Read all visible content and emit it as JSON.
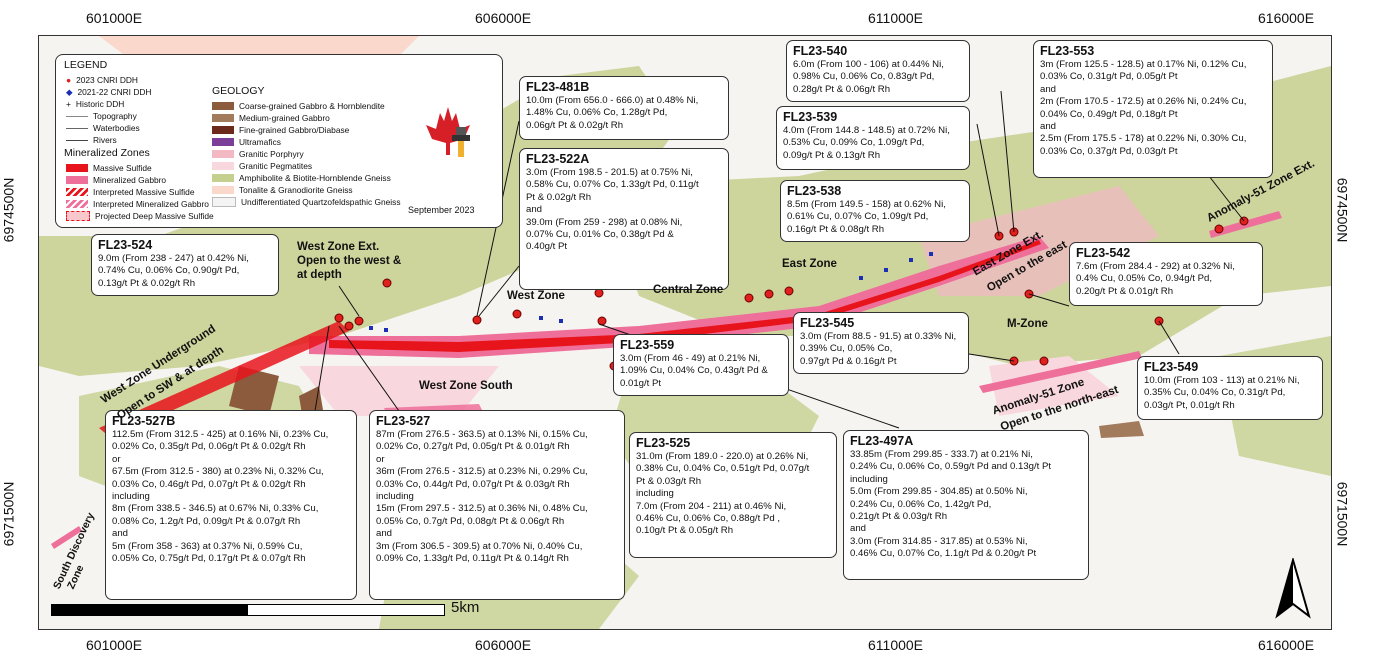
{
  "coords": {
    "top": [
      "601000E",
      "606000E",
      "611000E",
      "616000E"
    ],
    "bottom": [
      "601000E",
      "606000E",
      "611000E",
      "616000E"
    ],
    "left": [
      "6974500N",
      "6971500N"
    ],
    "right": [
      "6974500N",
      "6971500N"
    ]
  },
  "legend": {
    "title": "LEGEND",
    "points": [
      "2023 CNRI DDH",
      "2021-22 CNRI DDH",
      "Historic DDH",
      "Topography",
      "Waterbodies",
      "Rivers"
    ],
    "mineral_title": "Mineralized Zones",
    "zones": [
      "Massive Sulfide",
      "Mineralized Gabbro",
      "Interpreted Massive Sulfide",
      "Interpreted Mineralized Gabbro",
      "Projected Deep Massive Sulfide"
    ],
    "geology_title": "GEOLOGY",
    "geology": [
      {
        "label": "Coarse-grained Gabbro & Hornblendite",
        "color": "#8c5a3c"
      },
      {
        "label": "Medium-grained Gabbro",
        "color": "#a27a5c"
      },
      {
        "label": "Fine-grained Gabbro/Diabase",
        "color": "#6b2a1c"
      },
      {
        "label": "Ultramafics",
        "color": "#7b3f9a"
      },
      {
        "label": "Granitic Porphyry",
        "color": "#f2b8c4"
      },
      {
        "label": "Granitic Pegmatites",
        "color": "#f8d8de"
      },
      {
        "label": "Amphibolite & Biotite-Hornblende Gneiss",
        "color": "#c5cf8e"
      },
      {
        "label": "Tonalite & Granodiorite Gneiss",
        "color": "#fbd8cc"
      },
      {
        "label": "Undifferentiated Quartzofeldspathic Gneiss",
        "color": "#f4f4f4"
      }
    ],
    "date": "September 2023",
    "colors": {
      "drill_2023": "#e0201c",
      "drill_2122": "#1b2fb4",
      "massive": "#e8141c",
      "gabbro": "#ee6f9a"
    }
  },
  "zone_labels": {
    "west_zone_ext": "West Zone Ext.",
    "west_zone_ext2": "Open to the west &",
    "west_zone_ext3": "at depth",
    "west_underground": "West Zone Underground",
    "west_underground2": "Open to SW & at depth",
    "west_zone": "West Zone",
    "central_zone": "Central Zone",
    "east_zone": "East Zone",
    "east_zone_ext": "East Zone Ext.",
    "east_zone_ext2": "Open to the east",
    "m_zone": "M-Zone",
    "west_zone_south": "West Zone South",
    "anomaly51": "Anomaly-51 Zone",
    "anomaly51b": "Open to the north-east",
    "anomaly51_ext": "Anomaly-51 Zone Ext.",
    "south_discovery": "South Discovery",
    "south_discovery2": "Zone"
  },
  "scale_label": "5km",
  "holes": {
    "fl540": {
      "title": "FL23-540",
      "lines": [
        "6.0m (From 100 - 106) at 0.44% Ni,",
        "0.98% Cu, 0.06% Co, 0.83g/t Pd,",
        "0.28g/t Pt & 0.06g/t Rh"
      ]
    },
    "fl553": {
      "title": "FL23-553",
      "lines": [
        "3m (From 125.5 - 128.5) at 0.17% Ni, 0.12% Cu,",
        "0.03% Co, 0.31g/t Pd, 0.05g/t Pt",
        "and",
        "2m (From 170.5 - 172.5) at 0.26% Ni, 0.24% Cu,",
        "0.04% Co, 0.49g/t Pd, 0.18g/t Pt",
        "and",
        "2.5m (From 175.5 - 178) at 0.22% Ni, 0.30% Cu,",
        "0.03% Co, 0.37g/t Pd, 0.03g/t Pt"
      ]
    },
    "fl481b": {
      "title": "FL23-481B",
      "lines": [
        "10.0m (From 656.0 - 666.0) at 0.48% Ni,",
        "1.48% Cu, 0.06% Co, 1.28g/t Pd,",
        "0.06g/t Pt & 0.02g/t Rh"
      ]
    },
    "fl539": {
      "title": "FL23-539",
      "lines": [
        "4.0m (From 144.8 - 148.5) at 0.72% Ni,",
        "0.53% Cu, 0.09% Co, 1.09g/t Pd,",
        "0.09g/t Pt & 0.13g/t Rh"
      ]
    },
    "fl522a": {
      "title": "FL23-522A",
      "lines": [
        "3.0m (From 198.5 - 201.5) at 0.75% Ni,",
        "0.58% Cu, 0.07% Co, 1.33g/t Pd, 0.11g/t",
        "Pt & 0.02g/t Rh",
        "and",
        "39.0m (From 259 - 298) at 0.08% Ni,",
        "0.07% Cu, 0.01% Co, 0.38g/t Pd &",
        "0.40g/t Pt"
      ]
    },
    "fl538": {
      "title": "FL23-538",
      "lines": [
        "8.5m (From 149.5 - 158) at 0.62% Ni,",
        "0.61% Cu, 0.07% Co, 1.09g/t Pd,",
        "0.16g/t Pt & 0.08g/t Rh"
      ]
    },
    "fl524": {
      "title": "FL23-524",
      "lines": [
        "9.0m (From 238 - 247) at 0.42% Ni,",
        "0.74% Cu, 0.06% Co, 0.90g/t Pd,",
        "0.13g/t Pt & 0.02g/t Rh"
      ]
    },
    "fl542": {
      "title": "FL23-542",
      "lines": [
        "7.6m (From 284.4 - 292) at 0.32% Ni,",
        "0.4% Cu, 0.05% Co, 0.94g/t Pd,",
        "0.20g/t Pt & 0.01g/t Rh"
      ]
    },
    "fl545": {
      "title": "FL23-545",
      "lines": [
        "3.0m (From 88.5 - 91.5) at 0.33% Ni,",
        "0.39% Cu, 0.05% Co,",
        "0.97g/t Pd & 0.16g/t Pt"
      ]
    },
    "fl559": {
      "title": "FL23-559",
      "lines": [
        "3.0m (From 46 - 49) at 0.21% Ni,",
        "1.09% Cu, 0.04% Co, 0.43g/t Pd &",
        "0.01g/t Pt"
      ]
    },
    "fl549": {
      "title": "FL23-549",
      "lines": [
        "10.0m (From 103 - 113) at 0.21% Ni,",
        "0.35% Cu, 0.04% Co, 0.31g/t Pd,",
        "0.03g/t Pt, 0.01g/t Rh"
      ]
    },
    "fl527b": {
      "title": "FL23-527B",
      "lines": [
        "112.5m (From 312.5 - 425) at 0.16% Ni, 0.23% Cu,",
        "0.02% Co, 0.35g/t Pd, 0.06g/t Pt & 0.02g/t Rh",
        "or",
        "67.5m (From 312.5 - 380) at 0.23% Ni, 0.32% Cu,",
        "0.03% Co, 0.46g/t Pd, 0.07g/t Pt & 0.02g/t Rh",
        "including",
        "8m (From 338.5 - 346.5) at 0.67% Ni, 0.33% Cu,",
        "0.08% Co, 1.2g/t Pd, 0.09g/t Pt & 0.07g/t Rh",
        "and",
        "5m (From 358 - 363) at 0.37% Ni, 0.59% Cu,",
        "0.05% Co, 0.75g/t Pd, 0.17g/t Pt & 0.07g/t Rh"
      ]
    },
    "fl527": {
      "title": "FL23-527",
      "lines": [
        "87m (From 276.5 - 363.5) at 0.13% Ni, 0.15% Cu,",
        "0.02% Co, 0.27g/t Pd, 0.05g/t Pt & 0.01g/t Rh",
        "or",
        "36m (From 276.5 - 312.5) at 0.23% Ni, 0.29% Cu,",
        "0.03% Co, 0.44g/t Pd, 0.07g/t Pt & 0.03g/t Rh",
        "including",
        "15m (From 297.5 - 312.5) at 0.36% Ni, 0.48% Cu,",
        "0.05% Co, 0.7g/t Pd, 0.08g/t Pt & 0.06g/t Rh",
        "and",
        "3m (From 306.5 - 309.5) at 0.70% Ni, 0.40% Cu,",
        "0.09% Co, 1.33g/t Pd, 0.11g/t Pt & 0.14g/t Rh"
      ]
    },
    "fl525": {
      "title": "FL23-525",
      "lines": [
        "31.0m (From 189.0 - 220.0) at 0.26% Ni,",
        "0.38% Cu, 0.04% Co, 0.51g/t Pd, 0.07g/t",
        "Pt & 0.03g/t Rh",
        "including",
        "7.0m (From 204 - 211) at 0.46% Ni,",
        "0.46% Cu, 0.06% Co, 0.88g/t Pd ,",
        "0.10g/t Pt & 0.05g/t Rh"
      ]
    },
    "fl497a": {
      "title": "FL23-497A",
      "lines": [
        "33.85m (From 299.85 - 333.7) at 0.21% Ni,",
        "0.24% Cu, 0.06% Co, 0.59g/t Pd and 0.13g/t Pt",
        "including",
        "5.0m (From 299.85 - 304.85) at 0.50% Ni,",
        "0.24% Cu, 0.06% Co, 1.42g/t Pd,",
        "0.21g/t Pt & 0.03g/t Rh",
        "and",
        "3.0m (From 314.85 - 317.85) at 0.53% Ni,",
        "0.46% Cu, 0.07% Co, 1.1g/t Pd & 0.20g/t Pt"
      ]
    }
  }
}
